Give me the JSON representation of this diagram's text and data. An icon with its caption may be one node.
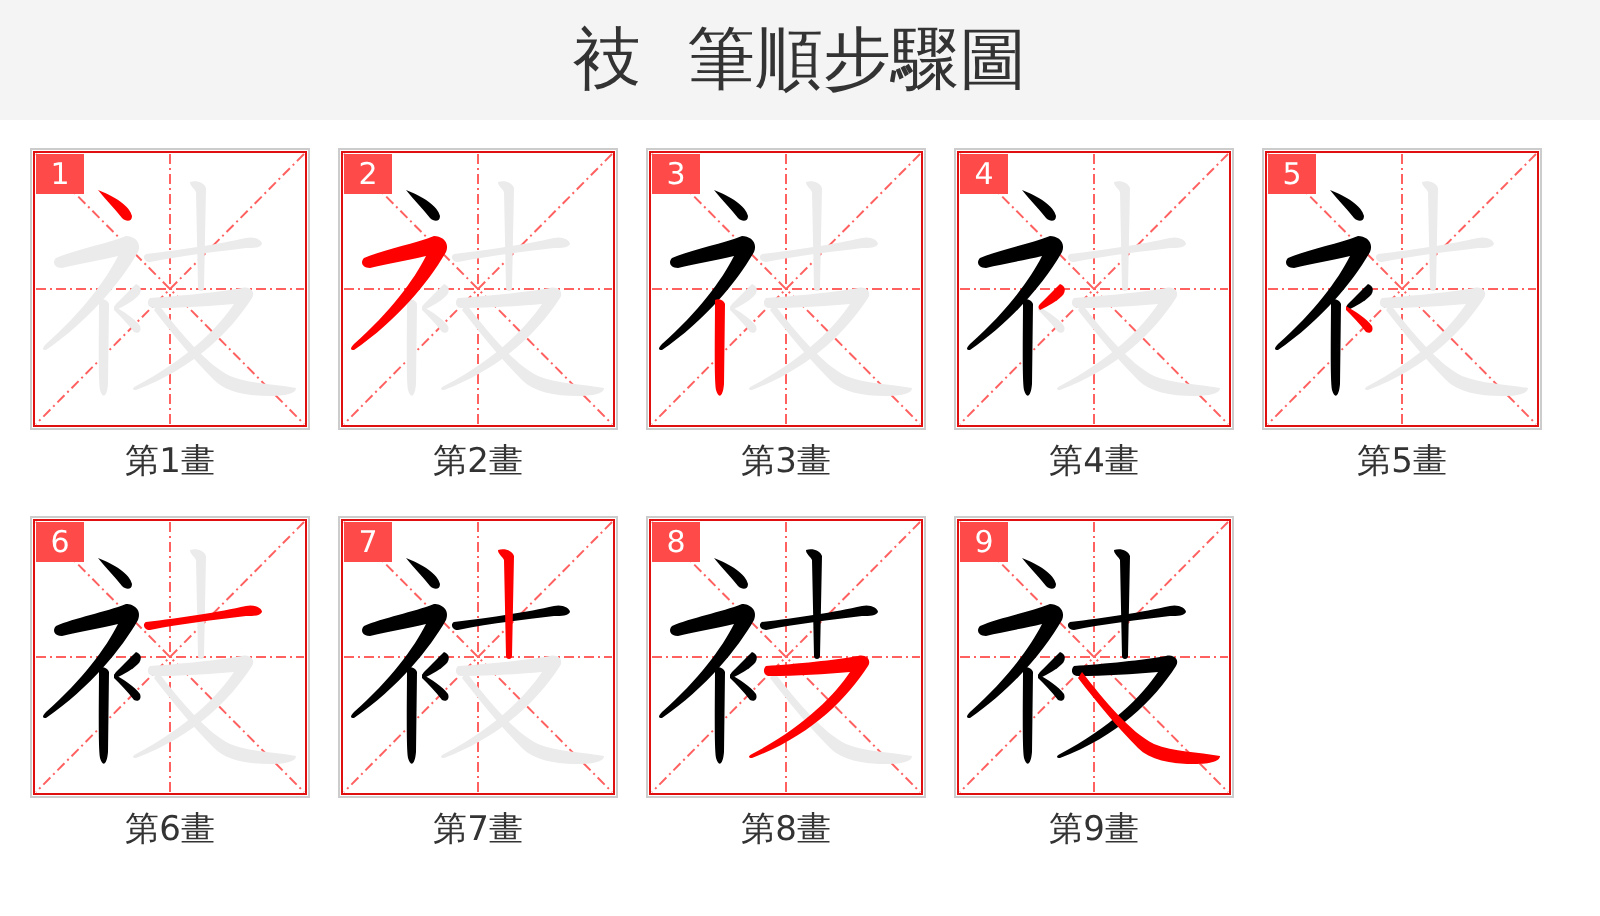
{
  "diagram": {
    "title": "衼 筆順步驟圖",
    "nodes": [
      {
        "text": [
          "1"
        ],
        "beside": [
          "第1畫"
        ]
      },
      {
        "text": [
          "2"
        ],
        "beside": [
          "第2畫"
        ]
      },
      {
        "text": [
          "3"
        ],
        "beside": [
          "第3畫"
        ]
      },
      {
        "text": [
          "4"
        ],
        "beside": [
          "第4畫"
        ]
      },
      {
        "text": [
          "5"
        ],
        "beside": [
          "第5畫"
        ]
      },
      {
        "text": [
          "6"
        ],
        "beside": [
          "第6畫"
        ]
      },
      {
        "text": [
          "7"
        ],
        "beside": [
          "第7畫"
        ]
      },
      {
        "text": [
          "8"
        ],
        "beside": [
          "第8畫"
        ]
      },
      {
        "text": [
          "9"
        ],
        "beside": [
          "第9畫"
        ]
      }
    ]
  }
}
